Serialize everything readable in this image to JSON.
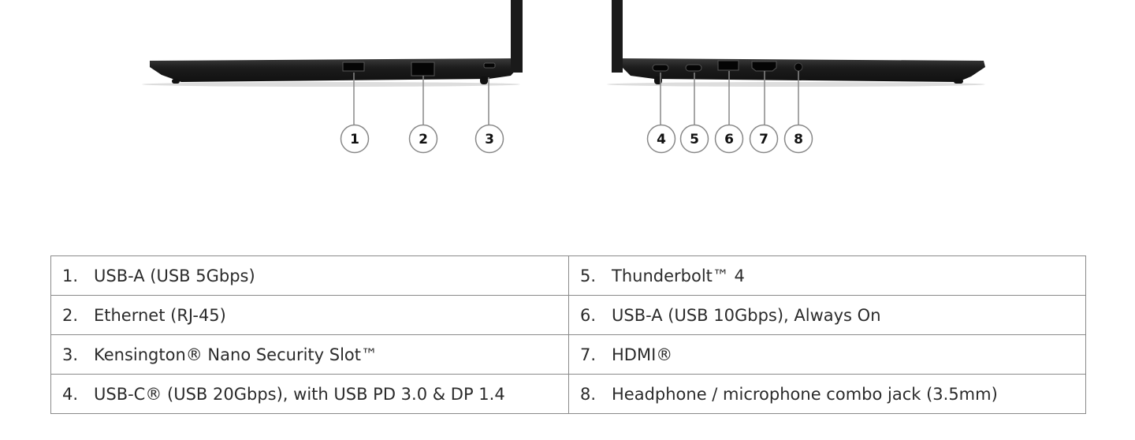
{
  "callouts": {
    "left_side": [
      "1",
      "2",
      "3"
    ],
    "right_side": [
      "4",
      "5",
      "6",
      "7",
      "8"
    ]
  },
  "ports": [
    {
      "num": "1.",
      "label": "USB-A (USB 5Gbps)"
    },
    {
      "num": "2.",
      "label": "Ethernet (RJ-45)"
    },
    {
      "num": "3.",
      "label": "Kensington® Nano Security Slot™"
    },
    {
      "num": "4.",
      "label": "USB-C® (USB 20Gbps), with USB PD 3.0 & DP 1.4"
    },
    {
      "num": "5.",
      "label": "Thunderbolt™ 4"
    },
    {
      "num": "6.",
      "label": "USB-A (USB 10Gbps), Always On"
    },
    {
      "num": "7.",
      "label": "HDMI®"
    },
    {
      "num": "8.",
      "label": "Headphone / microphone combo jack (3.5mm)"
    }
  ],
  "colors": {
    "laptop": "#1e1e1e",
    "border": "#8a8a8a",
    "text": "#2b2b2b"
  }
}
